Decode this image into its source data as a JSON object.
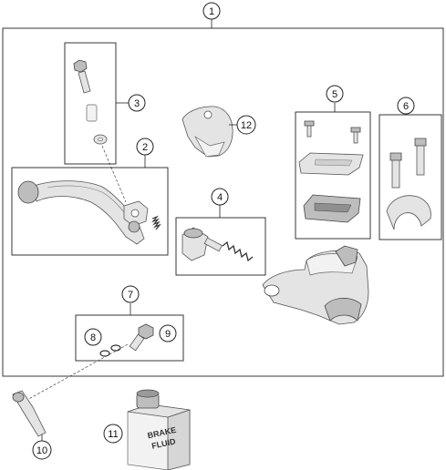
{
  "diagram": {
    "callouts": {
      "c1": "1",
      "c2": "2",
      "c3": "3",
      "c4": "4",
      "c5": "5",
      "c6": "6",
      "c7": "7",
      "c8": "8",
      "c9": "9",
      "c10": "10",
      "c11": "11",
      "c12": "12"
    },
    "bottle_label": {
      "line1": "BRAKE",
      "line2": "FLUID"
    }
  }
}
